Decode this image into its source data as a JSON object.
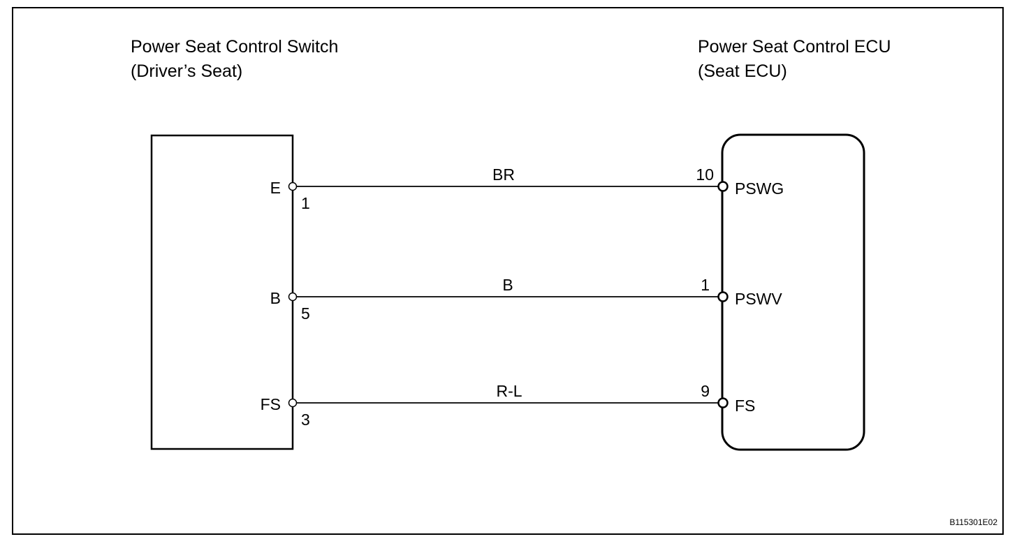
{
  "switch": {
    "title_line1": "Power Seat Control Switch",
    "title_line2": "(Driver’s Seat)"
  },
  "ecu": {
    "title_line1": "Power Seat Control ECU",
    "title_line2": "(Seat  ECU)"
  },
  "wires": [
    {
      "switch_pin_name": "E",
      "switch_pin_no": "1",
      "color": "BR",
      "ecu_pin_no": "10",
      "ecu_pin_name": "PSWG"
    },
    {
      "switch_pin_name": "B",
      "switch_pin_no": "5",
      "color": "B",
      "ecu_pin_no": "1",
      "ecu_pin_name": "PSWV"
    },
    {
      "switch_pin_name": "FS",
      "switch_pin_no": "3",
      "color": "R-L",
      "ecu_pin_no": "9",
      "ecu_pin_name": "FS"
    }
  ],
  "figure_code": "B115301E02"
}
